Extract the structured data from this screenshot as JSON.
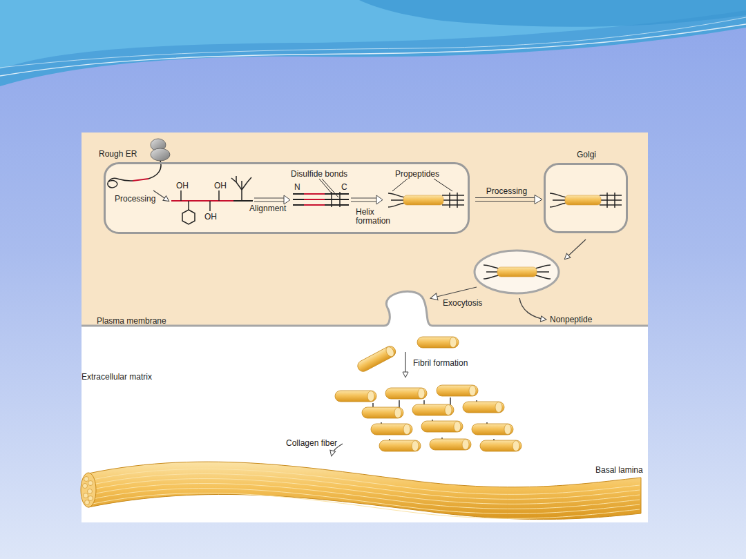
{
  "diagram": {
    "nodes": [
      {
        "text": [
          "Rough ER"
        ]
      },
      {
        "text": [
          "Golgi"
        ]
      }
    ],
    "edges": [
      {
        "from": 0,
        "to": 1,
        "arrow": "to",
        "label": "Processing"
      }
    ],
    "labels": [
      "Processing",
      "OH",
      "OH",
      "OH",
      "Disulfide bonds",
      "N",
      "C",
      "Alignment",
      "Propeptides",
      "Helix formation",
      "Exocytosis",
      "Plasma membrane",
      "Nonpeptide",
      "Fibril formation",
      "Extracellular matrix",
      "Collagen fiber",
      "Basal lamina"
    ]
  }
}
